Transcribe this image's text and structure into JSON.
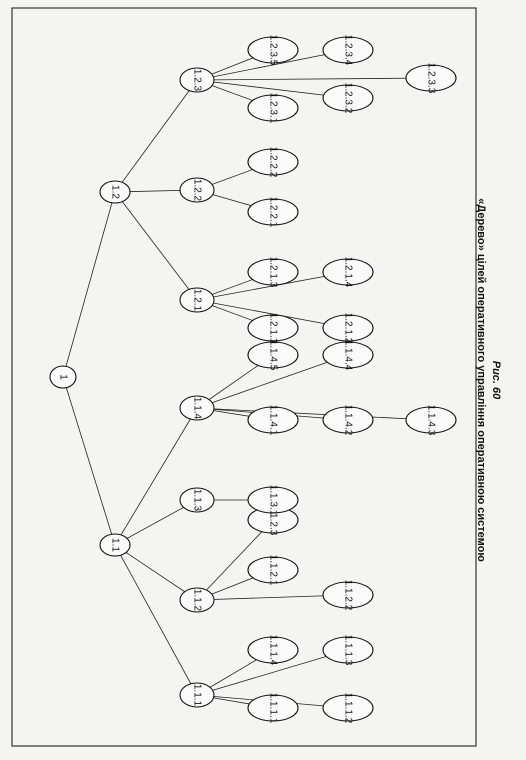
{
  "caption": {
    "figure": "Рис. 60",
    "text": "«Дерево» цілей оперативного управління оперативною системою"
  },
  "nodes": [
    {
      "id": "1",
      "label": "1"
    },
    {
      "id": "1.1",
      "label": "1.1"
    },
    {
      "id": "1.2",
      "label": "1.2"
    },
    {
      "id": "1.1.1",
      "label": "1.1.1"
    },
    {
      "id": "1.1.2",
      "label": "1.1.2"
    },
    {
      "id": "1.1.3",
      "label": "1.1.3"
    },
    {
      "id": "1.1.4",
      "label": "1.1.4"
    },
    {
      "id": "1.2.1",
      "label": "1.2.1"
    },
    {
      "id": "1.2.2",
      "label": "1.2.2"
    },
    {
      "id": "1.2.3",
      "label": "1.2.3"
    },
    {
      "id": "1.1.1.1",
      "label": "1.1.1.1"
    },
    {
      "id": "1.1.1.2",
      "label": "1.1.1.2"
    },
    {
      "id": "1.1.1.3",
      "label": "1.1.1.3"
    },
    {
      "id": "1.1.1.4",
      "label": "1.1.1.4"
    },
    {
      "id": "1.1.2.1",
      "label": "1.1.2.1"
    },
    {
      "id": "1.1.2.2",
      "label": "1.1.2.2"
    },
    {
      "id": "1.1.2.3",
      "label": "1.1.2.3"
    },
    {
      "id": "1.1.3.1",
      "label": "1.1.3.1"
    },
    {
      "id": "1.1.4.1",
      "label": "1.1.4.1"
    },
    {
      "id": "1.1.4.2",
      "label": "1.1.4.2"
    },
    {
      "id": "1.1.4.3",
      "label": "1.1.4.3"
    },
    {
      "id": "1.1.4.4",
      "label": "1.1.4.4"
    },
    {
      "id": "1.1.4.5",
      "label": "1.1.4.5"
    },
    {
      "id": "1.2.1.1",
      "label": "1.2.1.1"
    },
    {
      "id": "1.2.1.2",
      "label": "1.2.1.2"
    },
    {
      "id": "1.2.1.3",
      "label": "1.2.1.3"
    },
    {
      "id": "1.2.1.4",
      "label": "1.2.1.4"
    },
    {
      "id": "1.2.2.1",
      "label": "1.2.2.1"
    },
    {
      "id": "1.2.2.2",
      "label": "1.2.2.2"
    },
    {
      "id": "1.2.3.1",
      "label": "1.2.3.1"
    },
    {
      "id": "1.2.3.2",
      "label": "1.2.3.2"
    },
    {
      "id": "1.2.3.3",
      "label": "1.2.3.3"
    },
    {
      "id": "1.2.3.4",
      "label": "1.2.3.4"
    },
    {
      "id": "1.2.3.5",
      "label": "1.2.3.5"
    }
  ],
  "edges": [
    [
      "1",
      "1.1"
    ],
    [
      "1",
      "1.2"
    ],
    [
      "1.1",
      "1.1.1"
    ],
    [
      "1.1",
      "1.1.2"
    ],
    [
      "1.1",
      "1.1.3"
    ],
    [
      "1.1",
      "1.1.4"
    ],
    [
      "1.2",
      "1.2.1"
    ],
    [
      "1.2",
      "1.2.2"
    ],
    [
      "1.2",
      "1.2.3"
    ],
    [
      "1.1.1",
      "1.1.1.1"
    ],
    [
      "1.1.1",
      "1.1.1.2"
    ],
    [
      "1.1.1",
      "1.1.1.3"
    ],
    [
      "1.1.1",
      "1.1.1.4"
    ],
    [
      "1.1.2",
      "1.1.2.1"
    ],
    [
      "1.1.2",
      "1.1.2.2"
    ],
    [
      "1.1.2",
      "1.1.2.3"
    ],
    [
      "1.1.3",
      "1.1.3.1"
    ],
    [
      "1.1.4",
      "1.1.4.1"
    ],
    [
      "1.1.4",
      "1.1.4.2"
    ],
    [
      "1.1.4",
      "1.1.4.3"
    ],
    [
      "1.1.4",
      "1.1.4.4"
    ],
    [
      "1.1.4",
      "1.1.4.5"
    ],
    [
      "1.2.1",
      "1.2.1.1"
    ],
    [
      "1.2.1",
      "1.2.1.2"
    ],
    [
      "1.2.1",
      "1.2.1.3"
    ],
    [
      "1.2.1",
      "1.2.1.4"
    ],
    [
      "1.2.2",
      "1.2.2.1"
    ],
    [
      "1.2.2",
      "1.2.2.2"
    ],
    [
      "1.2.3",
      "1.2.3.1"
    ],
    [
      "1.2.3",
      "1.2.3.2"
    ],
    [
      "1.2.3",
      "1.2.3.3"
    ],
    [
      "1.2.3",
      "1.2.3.4"
    ],
    [
      "1.2.3",
      "1.2.3.5"
    ]
  ]
}
